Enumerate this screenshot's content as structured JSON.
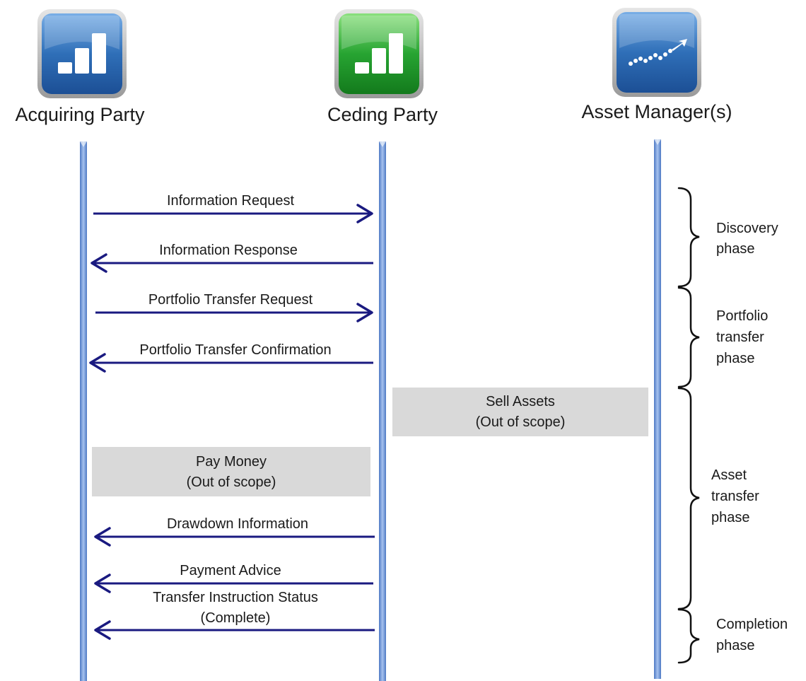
{
  "actors": [
    {
      "key": "acquiring",
      "label": "Acquiring Party",
      "icon": "bar-chart-icon",
      "color": "#2f72bf"
    },
    {
      "key": "ceding",
      "label": "Ceding Party",
      "icon": "bar-chart-icon",
      "color": "#1f9a2c"
    },
    {
      "key": "asset_manager",
      "label": "Asset Manager(s)",
      "icon": "trend-line-icon",
      "color": "#2f72bf"
    }
  ],
  "messages": [
    {
      "label": "Information Request",
      "direction": "right"
    },
    {
      "label": "Information Response",
      "direction": "left"
    },
    {
      "label": "Portfolio Transfer Request",
      "direction": "right"
    },
    {
      "label": "Portfolio Transfer Confirmation",
      "direction": "left"
    },
    {
      "label": "Drawdown Information",
      "direction": "left"
    },
    {
      "label": "Payment Advice",
      "direction": "left"
    },
    {
      "label_line1": "Transfer Instruction Status",
      "label_line2": "(Complete)",
      "direction": "left"
    }
  ],
  "boxes": [
    {
      "line1": "Sell Assets",
      "line2": "(Out of scope)"
    },
    {
      "line1": "Pay Money",
      "line2": "(Out of scope)"
    }
  ],
  "phases": [
    {
      "lines": [
        "Discovery",
        "phase"
      ]
    },
    {
      "lines": [
        "Portfolio",
        "transfer",
        "phase"
      ]
    },
    {
      "lines": [
        "Asset",
        "transfer",
        "phase"
      ]
    },
    {
      "lines": [
        "Completion",
        "phase"
      ]
    }
  ],
  "colors": {
    "lifeline": "#6f96d8",
    "arrow": "#1a1a80",
    "box": "#d9d9d9",
    "brace": "#111111"
  }
}
